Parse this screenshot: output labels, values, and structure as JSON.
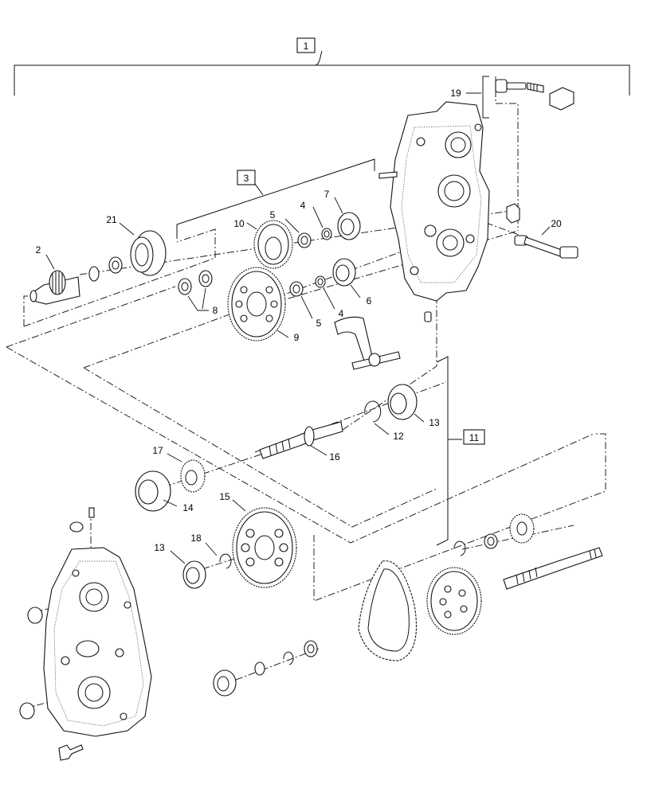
{
  "callouts": {
    "c1": "1",
    "c2": "2",
    "c3": "3",
    "c4a": "4",
    "c4b": "4",
    "c5a": "5",
    "c5b": "5",
    "c6": "6",
    "c7": "7",
    "c8": "8",
    "c9": "9",
    "c10": "10",
    "c11": "11",
    "c12": "12",
    "c13a": "13",
    "c13b": "13",
    "c14": "14",
    "c15": "15",
    "c16": "16",
    "c17": "17",
    "c18": "18",
    "c19": "19",
    "c20": "20",
    "c21": "21"
  }
}
